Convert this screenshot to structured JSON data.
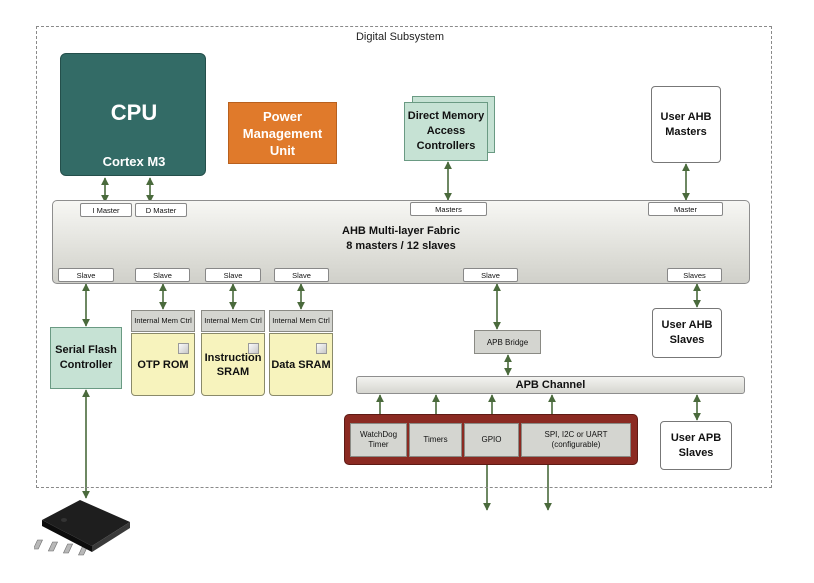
{
  "subsystem_title": "Digital Subsystem",
  "cpu": {
    "name": "CPU",
    "core": "Cortex M3"
  },
  "power": {
    "label": "Power Management Unit"
  },
  "dma": {
    "label": "Direct Memory Access Controllers"
  },
  "user_ahb_masters": {
    "label": "User AHB Masters"
  },
  "fabric": {
    "title": "AHB Multi-layer Fabric",
    "subtitle": "8 masters / 12 slaves",
    "master_ports": [
      "I Master",
      "D Master",
      "Masters",
      "Master"
    ],
    "slave_ports": [
      "Slave",
      "Slave",
      "Slave",
      "Slave",
      "Slave",
      "Slaves"
    ]
  },
  "memories": [
    {
      "ctrl": "Internal Mem Ctrl",
      "name": "OTP ROM"
    },
    {
      "ctrl": "Internal Mem Ctrl",
      "name": "Instruction SRAM"
    },
    {
      "ctrl": "Internal Mem Ctrl",
      "name": "Data SRAM"
    }
  ],
  "serial_flash": {
    "label": "Serial Flash Controller"
  },
  "apb_bridge": {
    "label": "APB Bridge"
  },
  "user_ahb_slaves": {
    "label": "User AHB Slaves"
  },
  "apb_channel": {
    "label": "APB Channel"
  },
  "peripherals": [
    "WatchDog Timer",
    "Timers",
    "GPIO",
    "SPI, I2C or UART (configurable)"
  ],
  "user_apb_slaves": {
    "label": "User APB Slaves"
  },
  "colors": {
    "cpu": "#336b66",
    "power": "#e07a2b",
    "green_box": "#c6e2d4",
    "memory": "#f7f3bd",
    "peripheral_group": "#8b2a22",
    "connector": "#4a6a3c"
  }
}
